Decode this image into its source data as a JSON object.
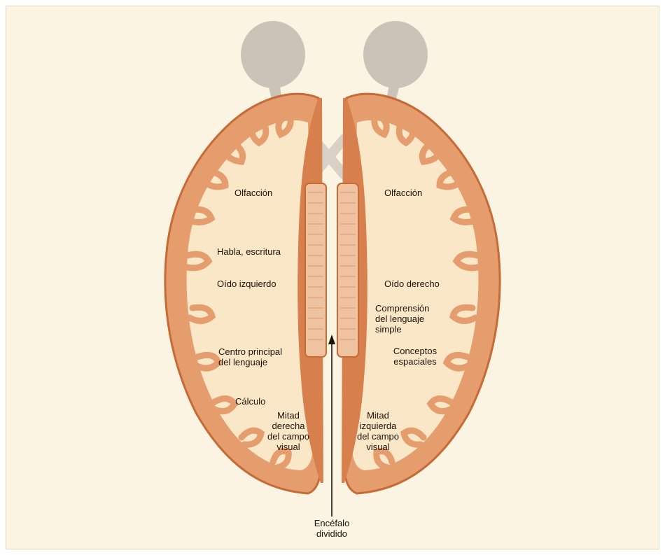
{
  "figure": {
    "left_hemisphere": {
      "labels": [
        "Olfacción",
        "Habla, escritura",
        "Oído izquierdo",
        "Centro principal\ndel lenguaje",
        "Cálculo",
        "Mitad\nderecha\ndel campo\nvisual"
      ]
    },
    "right_hemisphere": {
      "labels": [
        "Olfacción",
        "Oído derecho",
        "Comprensión\ndel lenguaje\nsimple",
        "Conceptos\nespaciales",
        "Mitad\nizquierda\ndel campo\nvisual"
      ]
    },
    "caption": "Encéfalo\ndividido",
    "colors": {
      "background": "#fbf4e2",
      "cortex": "#e59d6e",
      "cortex_outline": "#c66a36",
      "white_matter": "#fae7c8",
      "eye": "#cbc3b8"
    }
  }
}
